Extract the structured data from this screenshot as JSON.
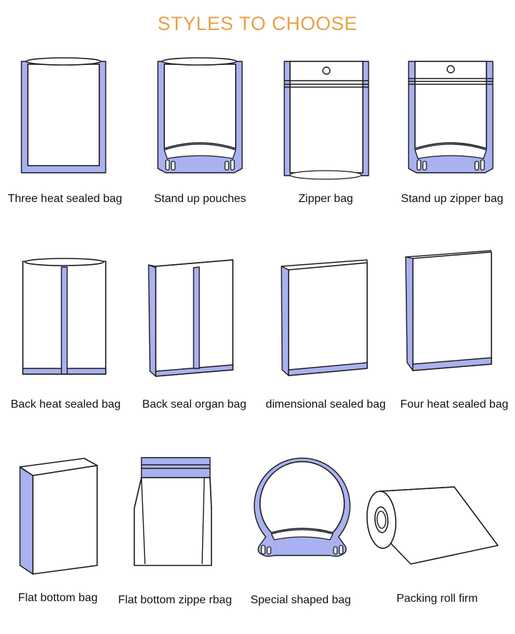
{
  "title": "STYLES TO CHOOSE",
  "accent_color": "#e8a047",
  "highlight_color": "#a9b1f0",
  "items": [
    {
      "label": "Three heat sealed bag",
      "icon": "three-side-seal-bag-icon"
    },
    {
      "label": "Stand up pouches",
      "icon": "stand-up-pouch-icon"
    },
    {
      "label": "Zipper bag",
      "icon": "zipper-bag-icon"
    },
    {
      "label": "Stand up zipper bag",
      "icon": "stand-up-zipper-bag-icon"
    },
    {
      "label": "Back heat sealed bag",
      "icon": "back-seal-bag-icon"
    },
    {
      "label": "Back seal organ bag",
      "icon": "organ-bag-icon"
    },
    {
      "label": "dimensional sealed bag",
      "icon": "dimensional-bag-icon"
    },
    {
      "label": "Four heat sealed bag",
      "icon": "four-side-seal-bag-icon"
    },
    {
      "label": "Flat bottom bag",
      "icon": "flat-bottom-bag-icon"
    },
    {
      "label": "Flat bottom zippe rbag",
      "icon": "flat-bottom-zipper-bag-icon"
    },
    {
      "label": "Special shaped bag",
      "icon": "special-shaped-bag-icon"
    },
    {
      "label": "Packing roll firm",
      "icon": "packing-roll-icon"
    }
  ]
}
